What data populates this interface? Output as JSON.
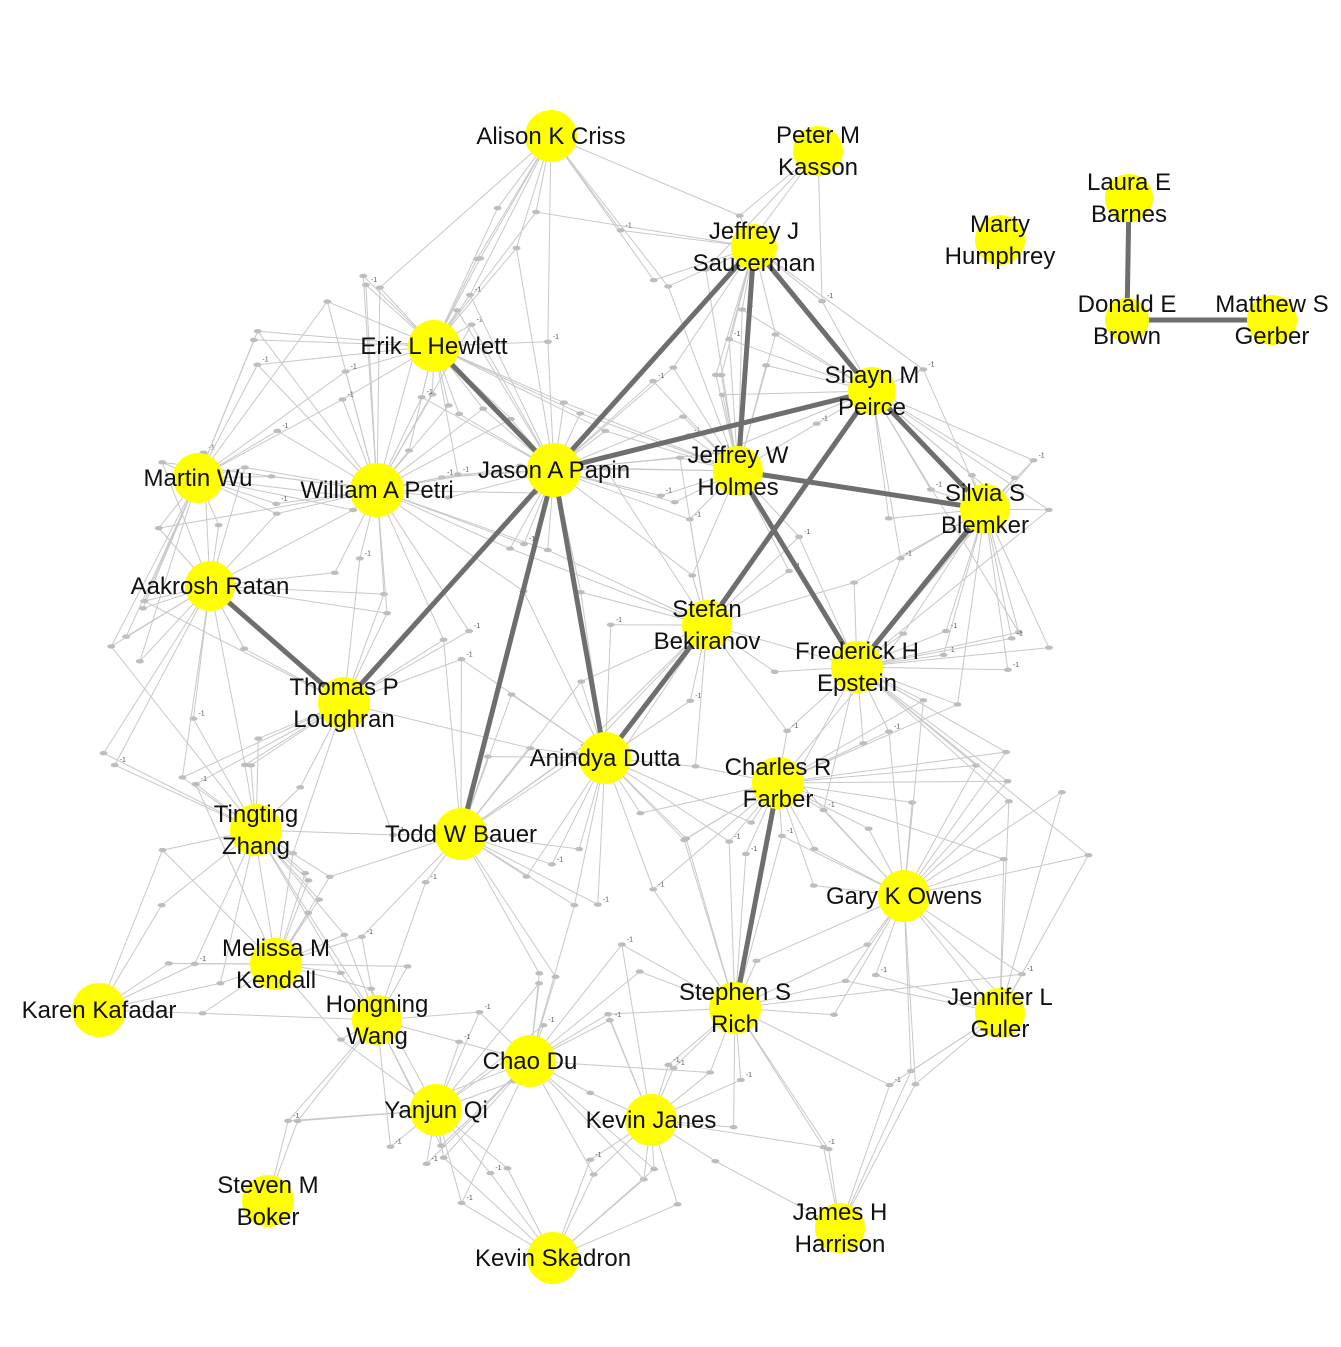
{
  "colors": {
    "background": "#ffffff",
    "author_node": "#ffff00",
    "strong_edge": "#6e6e6e",
    "weak_edge": "#c8c8c8",
    "paper_node": "#bdbdbd",
    "label_text": "#111111"
  },
  "nodes": [
    {
      "id": "criss",
      "lines": [
        "Alison K Criss"
      ]
    },
    {
      "id": "kasson",
      "lines": [
        "Peter M",
        "Kasson"
      ]
    },
    {
      "id": "barnes",
      "lines": [
        "Laura E",
        "Barnes"
      ]
    },
    {
      "id": "saucerman",
      "lines": [
        "Jeffrey J",
        "Saucerman"
      ]
    },
    {
      "id": "humphrey",
      "lines": [
        "Marty",
        "Humphrey"
      ]
    },
    {
      "id": "brown",
      "lines": [
        "Donald E",
        "Brown"
      ]
    },
    {
      "id": "gerber",
      "lines": [
        "Matthew S",
        "Gerber"
      ]
    },
    {
      "id": "hewlett",
      "lines": [
        "Erik L Hewlett"
      ]
    },
    {
      "id": "peirce",
      "lines": [
        "Shayn M",
        "Peirce"
      ]
    },
    {
      "id": "papin",
      "lines": [
        "Jason A Papin"
      ]
    },
    {
      "id": "holmes",
      "lines": [
        "Jeffrey W",
        "Holmes"
      ]
    },
    {
      "id": "blemker",
      "lines": [
        "Silvia S",
        "Blemker"
      ]
    },
    {
      "id": "wu",
      "lines": [
        "Martin Wu"
      ]
    },
    {
      "id": "petri",
      "lines": [
        "William A Petri"
      ]
    },
    {
      "id": "ratan",
      "lines": [
        "Aakrosh Ratan"
      ]
    },
    {
      "id": "bekiranov",
      "lines": [
        "Stefan",
        "Bekiranov"
      ]
    },
    {
      "id": "epstein",
      "lines": [
        "Frederick H",
        "Epstein"
      ]
    },
    {
      "id": "loughran",
      "lines": [
        "Thomas P",
        "Loughran"
      ]
    },
    {
      "id": "dutta",
      "lines": [
        "Anindya Dutta"
      ]
    },
    {
      "id": "farber",
      "lines": [
        "Charles R",
        "Farber"
      ]
    },
    {
      "id": "zhang",
      "lines": [
        "Tingting",
        "Zhang"
      ]
    },
    {
      "id": "bauer",
      "lines": [
        "Todd W Bauer"
      ]
    },
    {
      "id": "owens",
      "lines": [
        "Gary K Owens"
      ]
    },
    {
      "id": "kendall",
      "lines": [
        "Melissa M",
        "Kendall"
      ]
    },
    {
      "id": "kafadar",
      "lines": [
        "Karen Kafadar"
      ]
    },
    {
      "id": "wang",
      "lines": [
        "Hongning",
        "Wang"
      ]
    },
    {
      "id": "rich",
      "lines": [
        "Stephen S",
        "Rich"
      ]
    },
    {
      "id": "guler",
      "lines": [
        "Jennifer L",
        "Guler"
      ]
    },
    {
      "id": "du",
      "lines": [
        "Chao Du"
      ]
    },
    {
      "id": "qi",
      "lines": [
        "Yanjun Qi"
      ]
    },
    {
      "id": "janes",
      "lines": [
        "Kevin Janes"
      ]
    },
    {
      "id": "boker",
      "lines": [
        "Steven M",
        "Boker"
      ]
    },
    {
      "id": "harrison",
      "lines": [
        "James H",
        "Harrison"
      ]
    },
    {
      "id": "skadron",
      "lines": [
        "Kevin Skadron"
      ]
    }
  ],
  "strong_edges": [
    [
      "hewlett",
      "papin"
    ],
    [
      "papin",
      "saucerman"
    ],
    [
      "papin",
      "peirce"
    ],
    [
      "papin",
      "loughran"
    ],
    [
      "papin",
      "bauer"
    ],
    [
      "papin",
      "dutta"
    ],
    [
      "saucerman",
      "holmes"
    ],
    [
      "saucerman",
      "peirce"
    ],
    [
      "peirce",
      "blemker"
    ],
    [
      "peirce",
      "bekiranov"
    ],
    [
      "holmes",
      "blemker"
    ],
    [
      "holmes",
      "epstein"
    ],
    [
      "blemker",
      "epstein"
    ],
    [
      "bekiranov",
      "dutta"
    ],
    [
      "ratan",
      "loughran"
    ],
    [
      "farber",
      "rich"
    ],
    [
      "barnes",
      "brown"
    ],
    [
      "brown",
      "gerber"
    ]
  ],
  "weak_edge_label": "-1"
}
